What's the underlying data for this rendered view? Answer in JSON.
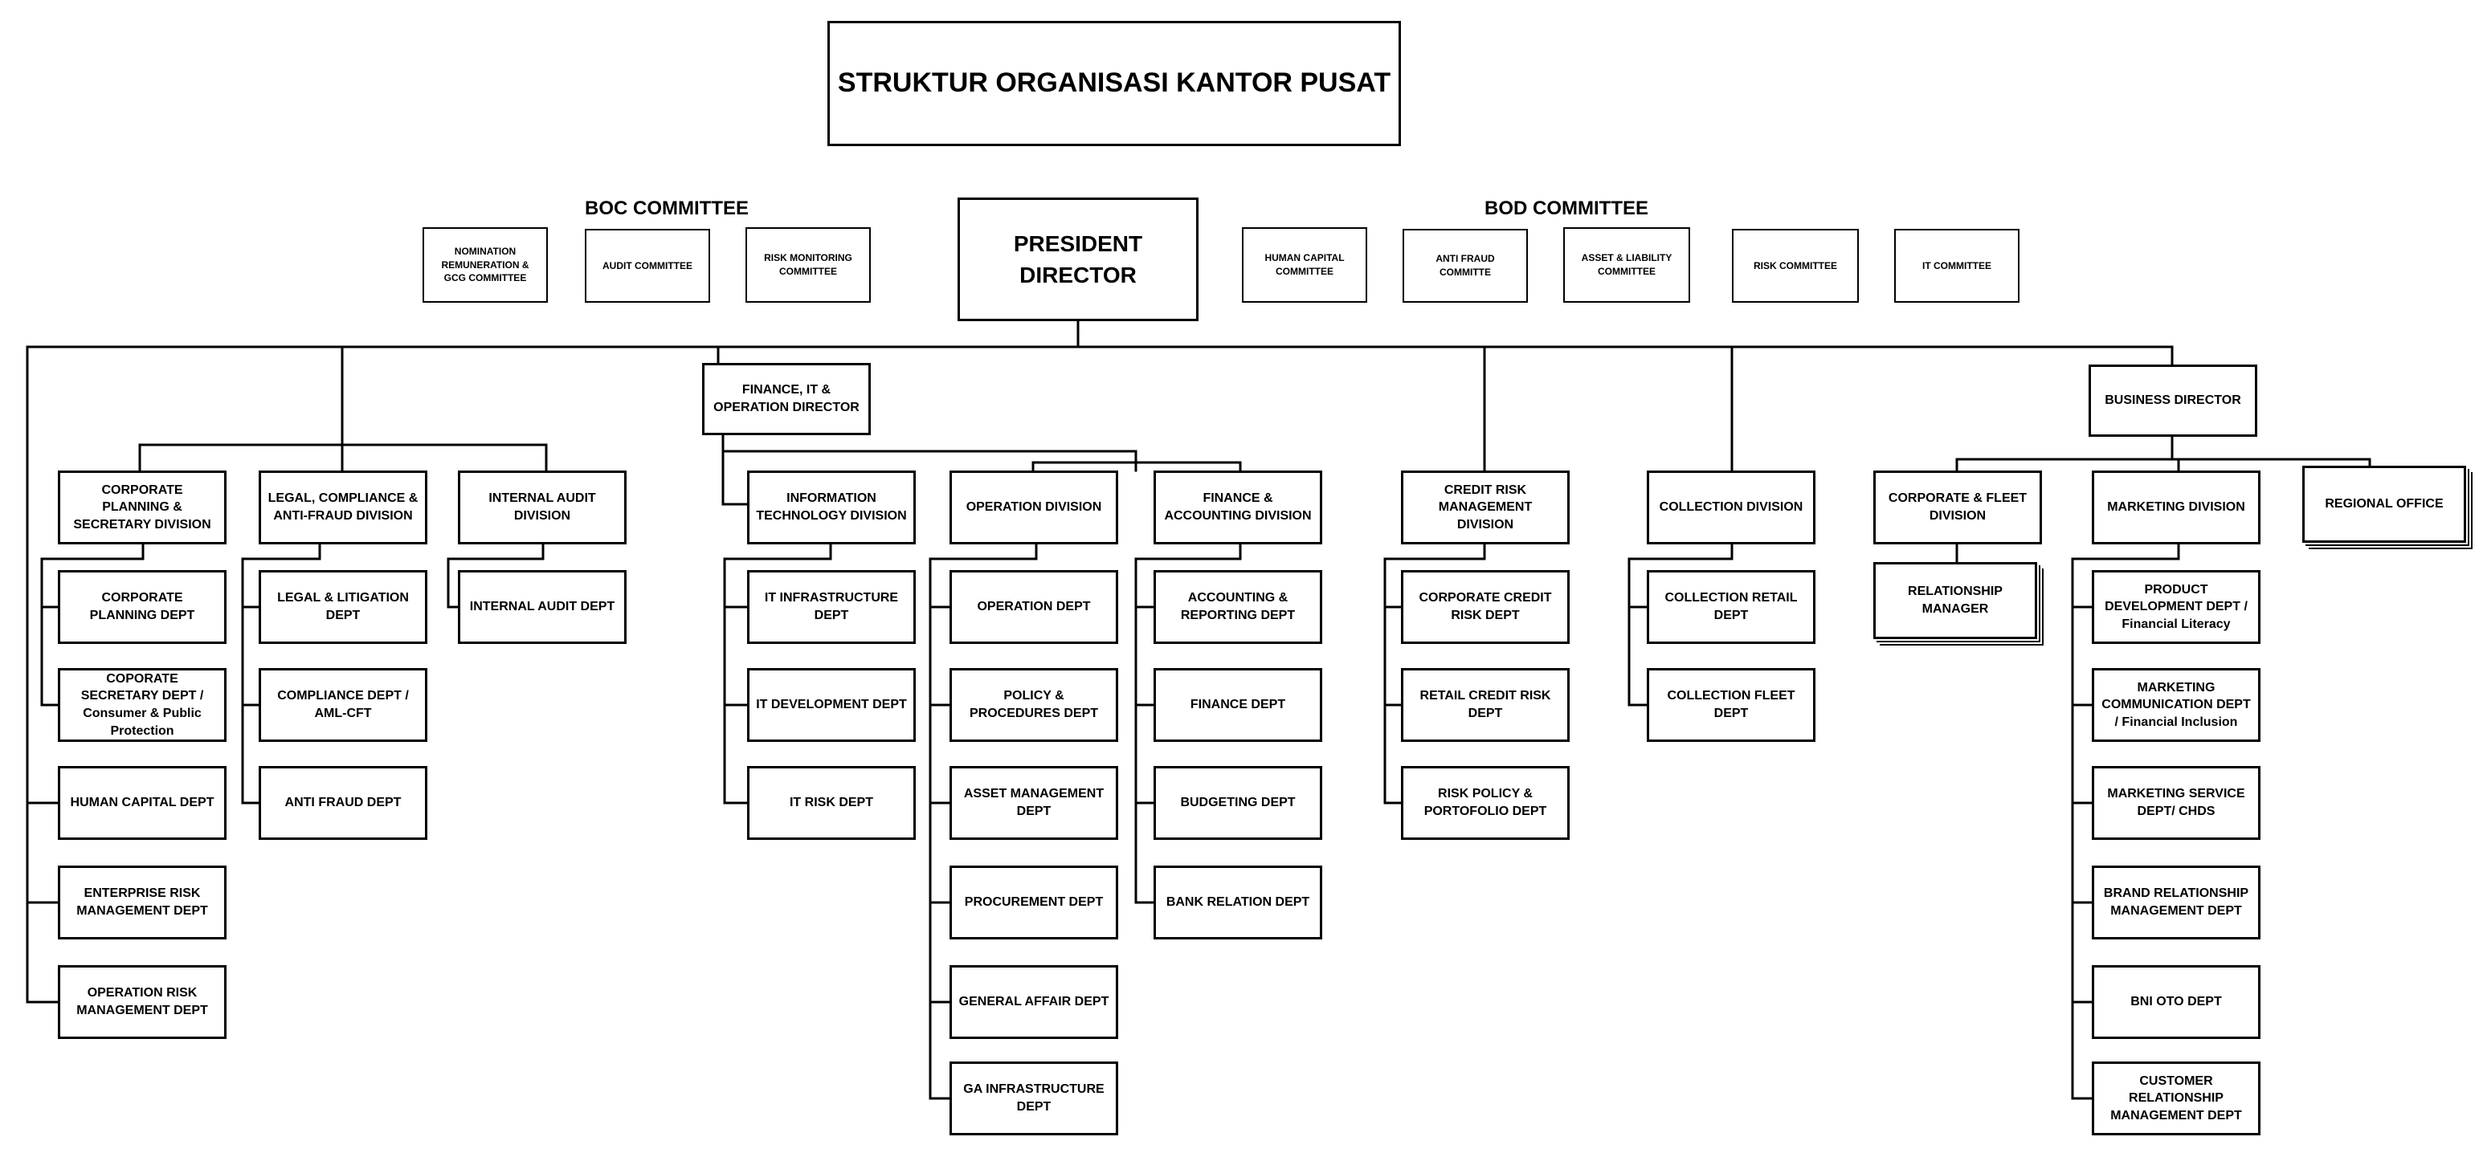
{
  "title": "STRUKTUR ORGANISASI KANTOR PUSAT",
  "boc_committee": {
    "heading": "BOC COMMITTEE",
    "items": [
      "NOMINATION REMUNERATION & GCG COMMITTEE",
      "AUDIT COMMITTEE",
      "RISK MONITORING COMMITTEE"
    ]
  },
  "president_director": "PRESIDENT DIRECTOR",
  "bod_committee": {
    "heading": "BOD COMMITTEE",
    "items": [
      "HUMAN CAPITAL COMMITTEE",
      "ANTI FRAUD COMMITTE",
      "ASSET & LIABILITY COMMITTEE",
      "RISK COMMITTEE",
      "IT COMMITTEE"
    ]
  },
  "president_units": {
    "corporate_planning": {
      "name": "CORPORATE PLANNING & SECRETARY DIVISION",
      "depts": [
        "CORPORATE PLANNING DEPT",
        "COPORATE SECRETARY DEPT / Consumer & Public Protection"
      ]
    },
    "legal": {
      "name": "LEGAL, COMPLIANCE & ANTI-FRAUD DIVISION",
      "depts": [
        "LEGAL & LITIGATION DEPT",
        "COMPLIANCE DEPT / AML-CFT",
        "ANTI FRAUD DEPT"
      ]
    },
    "internal_audit": {
      "name": "INTERNAL AUDIT DIVISION",
      "depts": [
        "INTERNAL AUDIT DEPT"
      ]
    },
    "direct_depts": [
      "HUMAN CAPITAL DEPT",
      "ENTERPRISE RISK MANAGEMENT DEPT",
      "OPERATION RISK MANAGEMENT DEPT"
    ]
  },
  "finance_director": {
    "name": "FINANCE, IT & OPERATION DIRECTOR",
    "it": {
      "name": "INFORMATION TECHNOLOGY DIVISION",
      "depts": [
        "IT INFRASTRUCTURE DEPT",
        "IT DEVELOPMENT DEPT",
        "IT RISK DEPT"
      ]
    },
    "operation": {
      "name": "OPERATION DIVISION",
      "depts": [
        "OPERATION DEPT",
        "POLICY & PROCEDURES DEPT",
        "ASSET MANAGEMENT DEPT",
        "PROCUREMENT DEPT",
        "GENERAL AFFAIR DEPT",
        "GA INFRASTRUCTURE DEPT"
      ]
    },
    "finance": {
      "name": "FINANCE & ACCOUNTING DIVISION",
      "depts": [
        "ACCOUNTING & REPORTING DEPT",
        "FINANCE DEPT",
        "BUDGETING DEPT",
        "BANK RELATION DEPT"
      ]
    }
  },
  "credit_risk": {
    "name": "CREDIT RISK MANAGEMENT DIVISION",
    "depts": [
      "CORPORATE CREDIT RISK DEPT",
      "RETAIL CREDIT RISK DEPT",
      "RISK POLICY & PORTOFOLIO DEPT"
    ]
  },
  "collection": {
    "name": "COLLECTION DIVISION",
    "depts": [
      "COLLECTION RETAIL DEPT",
      "COLLECTION FLEET DEPT"
    ]
  },
  "business_director": {
    "name": "BUSINESS DIRECTOR",
    "corporate_fleet": {
      "name": "CORPORATE & FLEET DIVISION",
      "sub": "RELATIONSHIP MANAGER"
    },
    "marketing": {
      "name": "MARKETING DIVISION",
      "depts": [
        "PRODUCT DEVELOPMENT DEPT / Financial Literacy",
        "MARKETING COMMUNICATION DEPT / Financial Inclusion",
        "MARKETING SERVICE DEPT/ CHDS",
        "BRAND RELATIONSHIP MANAGEMENT DEPT",
        "BNI OTO DEPT",
        "CUSTOMER RELATIONSHIP MANAGEMENT DEPT"
      ]
    },
    "regional_office": "REGIONAL OFFICE"
  }
}
